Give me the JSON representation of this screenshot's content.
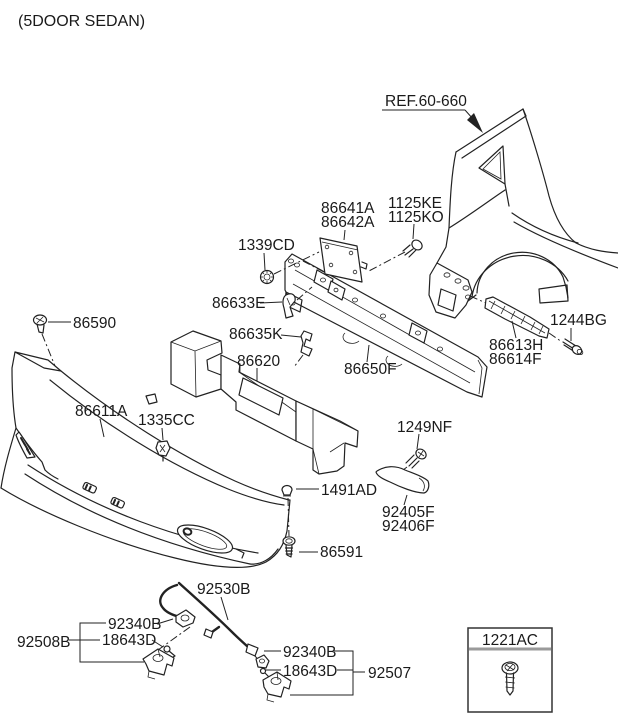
{
  "title": "(5DOOR SEDAN)",
  "reference_callout": "REF.60-660",
  "parts": {
    "p86641A": "86641A",
    "p86642A": "86642A",
    "p1125KE": "1125KE",
    "p1125KO": "1125KO",
    "p1339CD": "1339CD",
    "p86633E": "86633E",
    "p86635K": "86635K",
    "p86620": "86620",
    "p86650F": "86650F",
    "p86613H": "86613H",
    "p86614F": "86614F",
    "p1244BG": "1244BG",
    "p86590": "86590",
    "p86611A": "86611A",
    "p1335CC": "1335CC",
    "p1249NF": "1249NF",
    "p1491AD": "1491AD",
    "p92405F": "92405F",
    "p92406F": "92406F",
    "p86591": "86591",
    "p92530B": "92530B",
    "p92340B": "92340B",
    "p18643D": "18643D",
    "p92508B": "92508B",
    "p92507": "92507",
    "p1221AC": "1221AC"
  },
  "colors": {
    "background": "#ffffff",
    "line": "#222222",
    "text": "#1a1a1a",
    "box_divider": "#9a9a9a"
  }
}
